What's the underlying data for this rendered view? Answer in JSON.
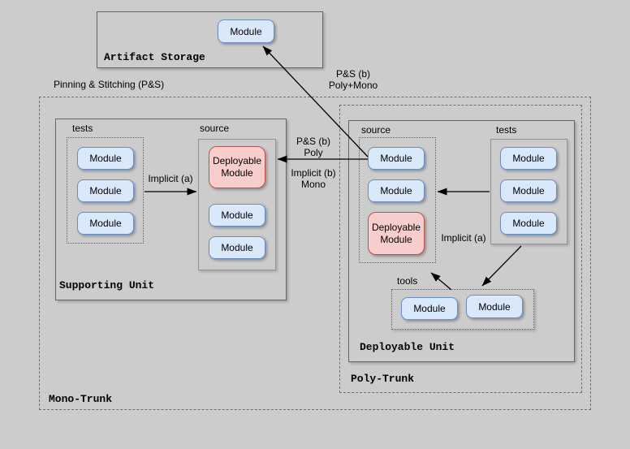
{
  "colors": {
    "background": "#cccccc",
    "module_fill": "#dae8fc",
    "module_border": "#6c8ebf",
    "deployable_fill": "#f8cecc",
    "deployable_border": "#b85450",
    "container_border": "#666666",
    "subgroup_border": "#949494",
    "arrow": "#000000"
  },
  "pinning_label": "Pinning & Stitching (P&S)",
  "artifact_storage": {
    "title": "Artifact Storage",
    "module": "Module"
  },
  "edges": {
    "ps_b_poly_mono": {
      "line1": "P&S (b)",
      "line2": "Poly+Mono"
    },
    "ps_b_poly": {
      "line1": "P&S (b)",
      "line2": "Poly"
    },
    "implicit_b_mono": {
      "line1": "Implicit (b)",
      "line2": "Mono"
    },
    "mono_implicit_a": "Implicit (a)",
    "poly_implicit_a": "Implicit (a)"
  },
  "mono_trunk": {
    "title": "Mono-Trunk",
    "supporting_unit": {
      "title": "Supporting Unit",
      "tests": {
        "title": "tests",
        "modules": [
          "Module",
          "Module",
          "Module"
        ]
      },
      "source": {
        "title": "source",
        "deployable": {
          "line1": "Deployable",
          "line2": "Module"
        },
        "modules": [
          "Module",
          "Module"
        ]
      }
    }
  },
  "poly_trunk": {
    "title": "Poly-Trunk",
    "deployable_unit": {
      "title": "Deployable Unit",
      "source": {
        "title": "source",
        "modules": [
          "Module",
          "Module"
        ],
        "deployable": {
          "line1": "Deployable",
          "line2": "Module"
        }
      },
      "tests": {
        "title": "tests",
        "modules": [
          "Module",
          "Module",
          "Module"
        ]
      },
      "tools": {
        "title": "tools",
        "modules": [
          "Module",
          "Module"
        ]
      }
    }
  }
}
